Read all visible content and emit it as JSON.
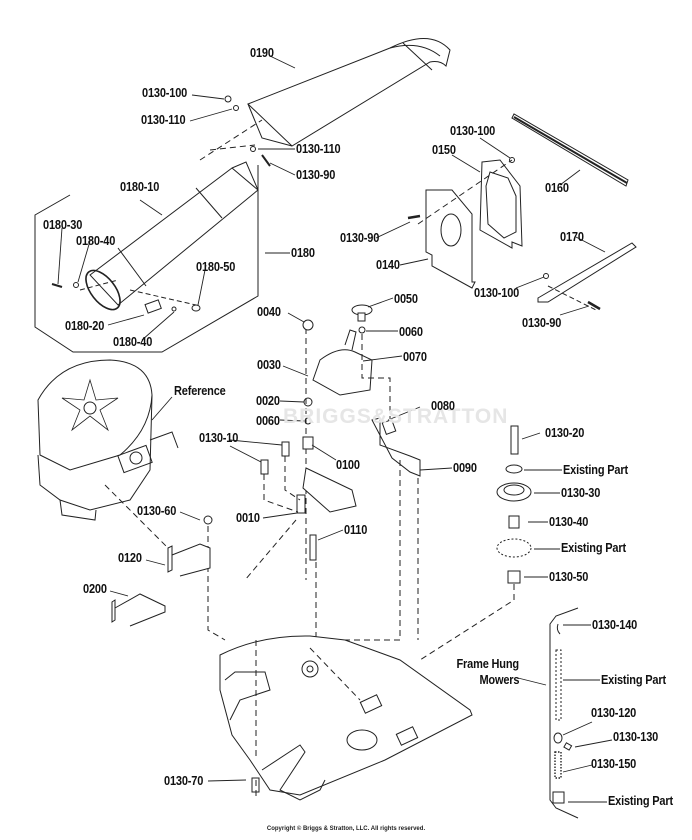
{
  "watermark": "BRIGGS&STRATTON",
  "copyright": "Copyright © Briggs & Stratton, LLC. All rights reserved.",
  "labels": {
    "p0190": "0190",
    "p0130_100_a": "0130-100",
    "p0130_110_a": "0130-110",
    "p0130_110_b": "0130-110",
    "p0130_90_a": "0130-90",
    "p0180_10": "0180-10",
    "p0180_30": "0180-30",
    "p0180_40_a": "0180-40",
    "p0180": "0180",
    "p0180_50": "0180-50",
    "p0180_20": "0180-20",
    "p0180_40_b": "0180-40",
    "p0130_100_b": "0130-100",
    "p0150": "0150",
    "p0160": "0160",
    "p0130_90_b": "0130-90",
    "p0140": "0140",
    "p0170": "0170",
    "p0130_100_c": "0130-100",
    "p0130_90_c": "0130-90",
    "p0040": "0040",
    "p0050": "0050",
    "p0060_a": "0060",
    "p0070": "0070",
    "p0030": "0030",
    "reference": "Reference",
    "p0020": "0020",
    "p0060_b": "0060",
    "p0080": "0080",
    "p0130_10": "0130-10",
    "p0100": "0100",
    "p0090": "0090",
    "p0130_20": "0130-20",
    "existing_1": "Existing Part",
    "p0130_30": "0130-30",
    "p0130_40": "0130-40",
    "existing_2": "Existing Part",
    "p0130_50": "0130-50",
    "p0130_60": "0130-60",
    "p0010": "0010",
    "p0110": "0110",
    "p0120": "0120",
    "p0200": "0200",
    "p0130_140": "0130-140",
    "frame_hung_1": "Frame Hung",
    "frame_hung_2": "Mowers",
    "existing_3": "Existing Part",
    "p0130_120": "0130-120",
    "p0130_130": "0130-130",
    "p0130_150": "0130-150",
    "existing_4": "Existing Part",
    "p0130_70": "0130-70"
  }
}
